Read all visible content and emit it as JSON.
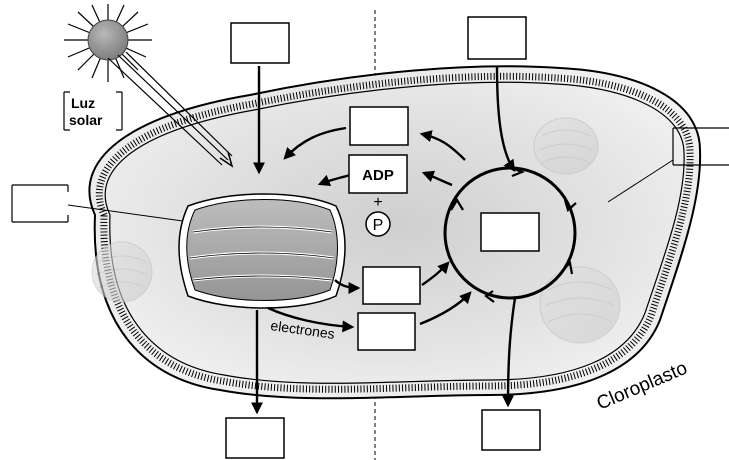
{
  "labels": {
    "sun_line1": "Luz",
    "sun_line2": "solar",
    "adp": "ADP",
    "plus": "+",
    "phosphate": "P",
    "electrons": "electrones",
    "organelle": "Cloroplasto"
  },
  "colors": {
    "stroke": "#000000",
    "blank_box_fill": "#ffffff",
    "cell_fill_center": "#d6d6d6",
    "cell_fill_edge": "#f2f2f2",
    "grana_fill": "#a9a9a9",
    "sun_fill": "#9a9a9a"
  },
  "icons": [
    "sun-icon",
    "thylakoid-stack-icon",
    "calvin-cycle-icon",
    "phosphate-icon"
  ]
}
